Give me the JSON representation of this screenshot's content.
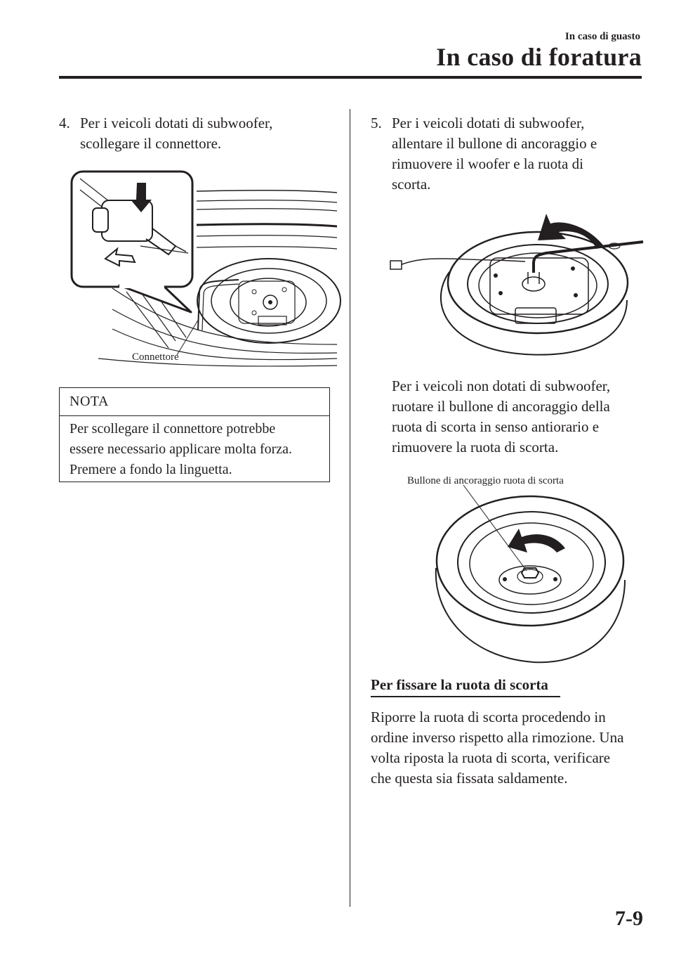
{
  "header": {
    "section": "In caso di guasto",
    "title": "In caso di foratura"
  },
  "left_column": {
    "step4_number": "4.",
    "step4_line1": "Per i veicoli dotati di subwoofer,",
    "step4_line2": "scollegare il connettore.",
    "figure1_label": "Connettore",
    "note": {
      "heading": "NOTA",
      "line1": "Per scollegare il connettore potrebbe",
      "line2": "essere necessario applicare molta forza.",
      "line3": "Premere a fondo la linguetta."
    }
  },
  "right_column": {
    "step5_number": "5.",
    "step5_line1": "Per i veicoli dotati di subwoofer,",
    "step5_line2": "allentare il bullone di ancoraggio e",
    "step5_line3": "rimuovere il woofer e la ruota di",
    "step5_line4": "scorta.",
    "no_sub_line1": "Per i veicoli non dotati di subwoofer,",
    "no_sub_line2": "ruotare il bullone di ancoraggio della",
    "no_sub_line3": "ruota di scorta in senso antiorario e",
    "no_sub_line4": "rimuovere la ruota di scorta.",
    "figure3_label": "Bullone di ancoraggio ruota di scorta",
    "subheading": "Per fissare la ruota di scorta",
    "fix_line1": "Riporre la ruota di scorta procedendo in",
    "fix_line2": "ordine inverso rispetto alla rimozione. Una",
    "fix_line3": "volta riposta la ruota di scorta, verificare",
    "fix_line4": "che questa sia fissata saldamente."
  },
  "footer": {
    "page_number": "7-9"
  }
}
